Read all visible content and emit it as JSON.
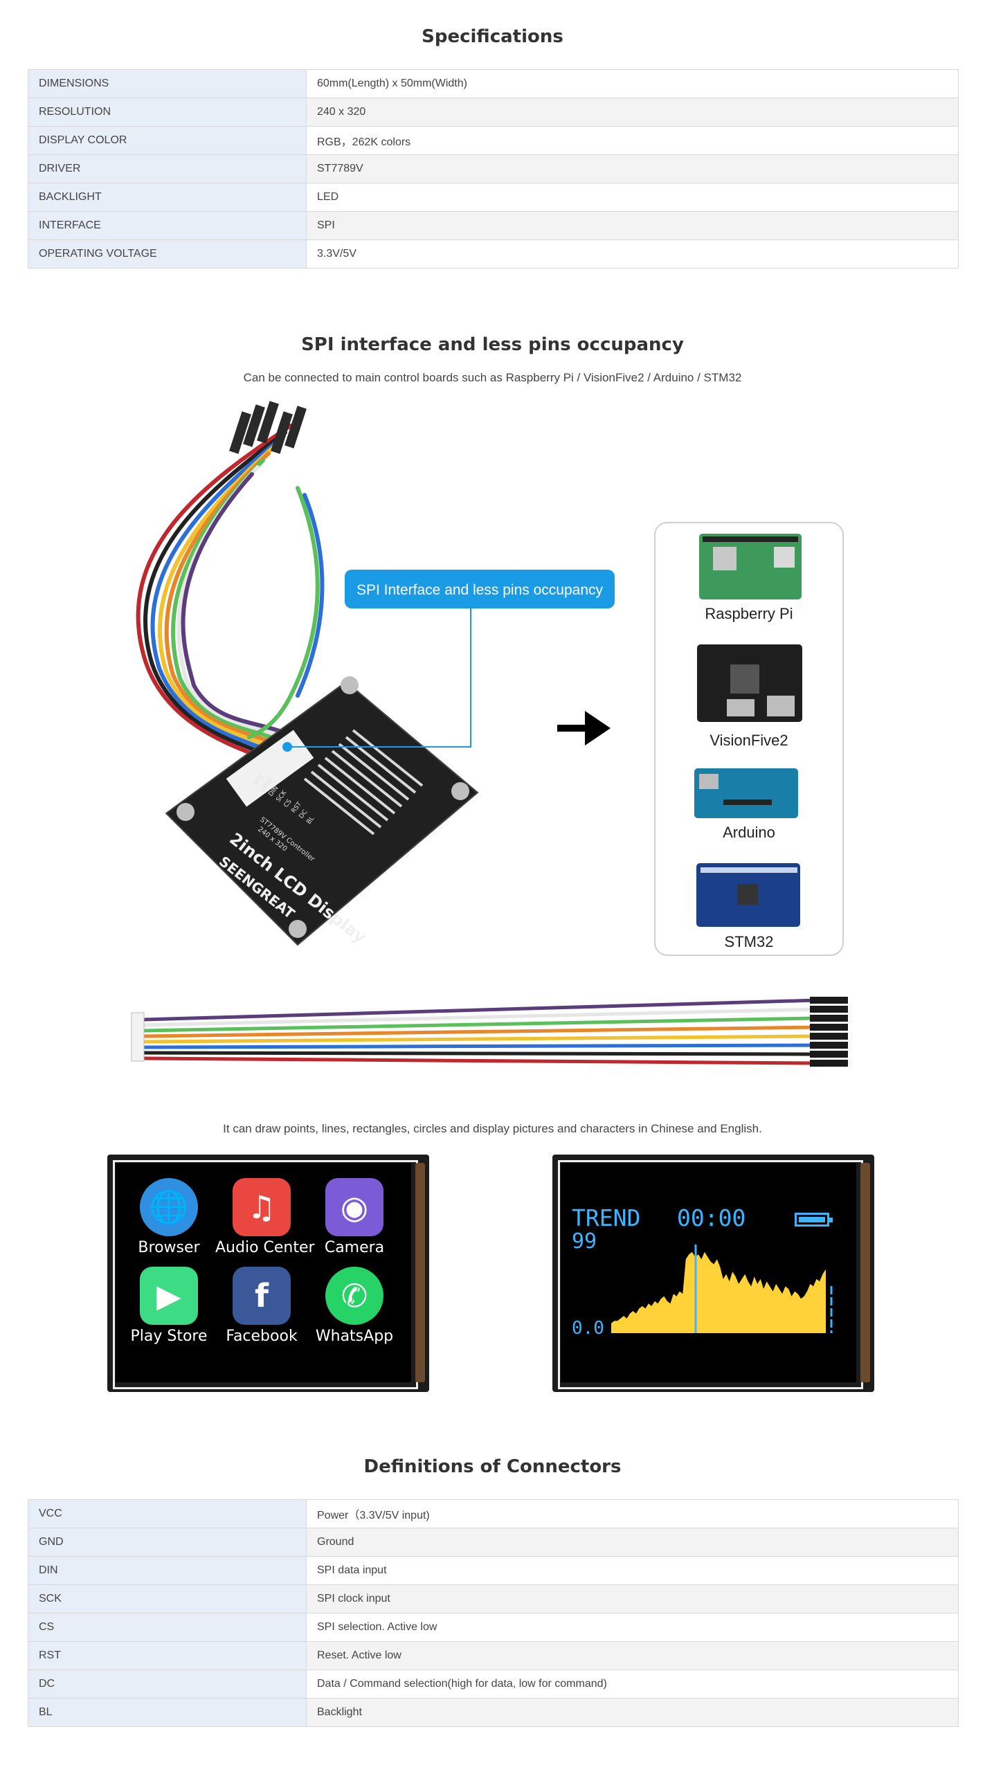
{
  "specifications": {
    "title": "Specifications",
    "rows": [
      {
        "key": "DIMENSIONS",
        "value": "60mm(Length) x 50mm(Width)"
      },
      {
        "key": "RESOLUTION",
        "value": "240 x 320"
      },
      {
        "key": "DISPLAY COLOR",
        "value": "RGB，262K colors"
      },
      {
        "key": "DRIVER",
        "value": "ST7789V"
      },
      {
        "key": "BACKLIGHT",
        "value": "LED"
      },
      {
        "key": "INTERFACE",
        "value": "SPI"
      },
      {
        "key": "OPERATING VOLTAGE",
        "value": "3.3V/5V"
      }
    ]
  },
  "spi_section": {
    "title": "SPI interface and less pins occupancy",
    "subtitle": "Can be connected to main control boards such as Raspberry Pi / VisionFive2 / Arduino / STM32",
    "callout": "SPI Interface and less pins occupancy",
    "board_text": {
      "title": "2inch LCD Display",
      "brand": "SEENGREAT",
      "controller": "ST7789V Controller",
      "resolution": "240 x 320",
      "pins": [
        "VCC",
        "GND",
        "DIN",
        "SCK",
        "CS",
        "RST",
        "DC",
        "BL"
      ]
    },
    "boards": [
      {
        "name": "Raspberry Pi"
      },
      {
        "name": "VisionFive2"
      },
      {
        "name": "Arduino"
      },
      {
        "name": "STM32"
      }
    ],
    "cable_colors": [
      "#5a3d7a",
      "#e6e6e6",
      "#5bbf5b",
      "#e8862a",
      "#f2c12e",
      "#2c6fd6",
      "#222222",
      "#c0282d"
    ]
  },
  "draw_section": {
    "subtitle": "It can draw points, lines, rectangles, circles and display pictures and characters in Chinese and English.",
    "apps": [
      {
        "label": "Browser",
        "icon": "globe-icon",
        "color": "#2f8fe0"
      },
      {
        "label": "Audio Center",
        "icon": "music-note-icon",
        "color": "#e9473f"
      },
      {
        "label": "Camera",
        "icon": "camera-icon",
        "color": "#7b5bd6"
      },
      {
        "label": "Play Store",
        "icon": "play-store-icon",
        "color": "#3ddc84"
      },
      {
        "label": "Facebook",
        "icon": "facebook-icon",
        "color": "#3b5998"
      },
      {
        "label": "WhatsApp",
        "icon": "whatsapp-icon",
        "color": "#25d366"
      }
    ],
    "trend": {
      "title": "TREND",
      "time": "00:00",
      "value": "99",
      "min_label": "0.0",
      "text_color": "#3db4ff",
      "fill_color": "#ffd23a",
      "samples": [
        4,
        5,
        5,
        6,
        7,
        6,
        8,
        9,
        8,
        10,
        11,
        10,
        12,
        11,
        13,
        12,
        14,
        15,
        13,
        12,
        16,
        15,
        17,
        16,
        30,
        32,
        33,
        31,
        32,
        30,
        33,
        31,
        29,
        28,
        30,
        27,
        22,
        24,
        21,
        25,
        23,
        20,
        22,
        24,
        21,
        19,
        23,
        20,
        22,
        18,
        21,
        19,
        17,
        20,
        18,
        16,
        19,
        18,
        15,
        17,
        16,
        14,
        15,
        17,
        20,
        19,
        22,
        21,
        24,
        26
      ]
    }
  },
  "connectors": {
    "title": "Definitions of Connectors",
    "rows": [
      {
        "key": "VCC",
        "value": "Power（3.3V/5V input)"
      },
      {
        "key": "GND",
        "value": "Ground"
      },
      {
        "key": "DIN",
        "value": "SPI data input"
      },
      {
        "key": "SCK",
        "value": "SPI clock input"
      },
      {
        "key": "CS",
        "value": "SPI selection. Active low"
      },
      {
        "key": "RST",
        "value": "Reset. Active low"
      },
      {
        "key": "DC",
        "value": "Data / Command selection(high for data, low for command)"
      },
      {
        "key": "BL",
        "value": "Backlight"
      }
    ]
  }
}
